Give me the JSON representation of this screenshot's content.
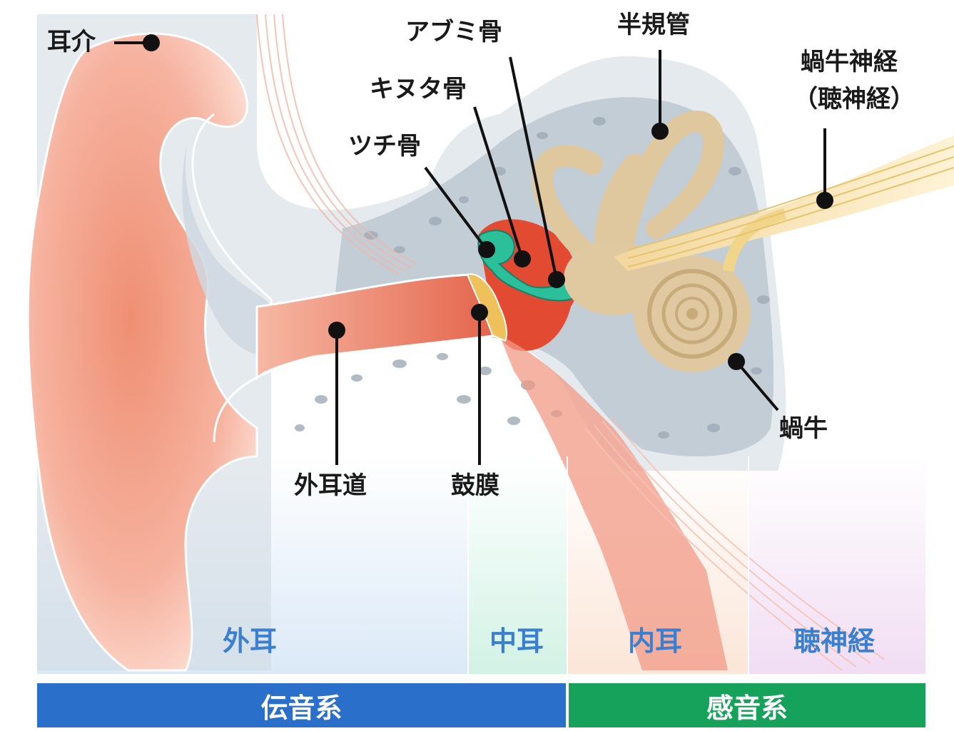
{
  "structures": {
    "pinna": "耳介",
    "stapes": "アブミ骨",
    "semicircular_canals": "半規管",
    "cochlear_nerve_line1": "蝸牛神経",
    "cochlear_nerve_line2": "（聴神経）",
    "incus": "キヌタ骨",
    "malleus": "ツチ骨",
    "ear_canal": "外耳道",
    "eardrum": "鼓膜",
    "cochlea": "蝸牛"
  },
  "zones": {
    "outer_ear": "外耳",
    "middle_ear": "中耳",
    "inner_ear": "内耳",
    "auditory_nerve": "聴神経"
  },
  "systems": {
    "conductive": "伝音系",
    "sensorineural": "感音系"
  },
  "colors": {
    "conductive_bar": "#2a6fc9",
    "sensorineural_bar": "#16a25a",
    "zone_text": "#3a7fd0",
    "skin": "#f2a58c",
    "bone": "#c9d3db",
    "inner_ear": "#e0c9a0",
    "nerve": "#f0d58a",
    "ossicles": "#2bbf9a"
  }
}
